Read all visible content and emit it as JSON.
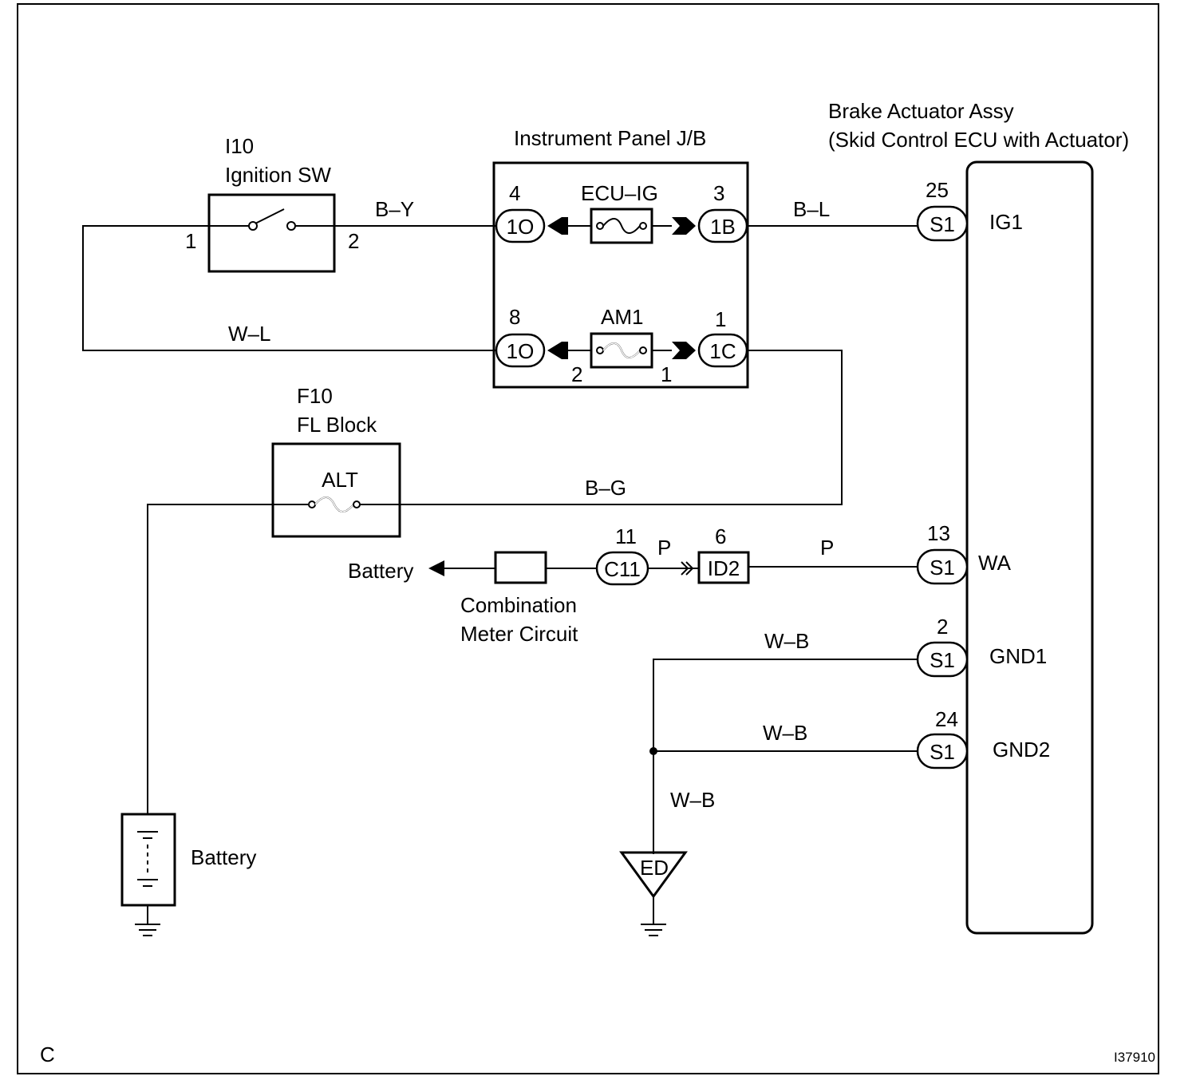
{
  "ignition_sw": {
    "code": "I10",
    "name": "Ignition SW",
    "pin_left": "1",
    "pin_right": "2"
  },
  "instrument_panel_jb": {
    "title": "Instrument Panel J/B",
    "ecu_ig": {
      "fuse_label": "ECU–IG",
      "pin_left": "4",
      "pin_right": "3",
      "conn_left": "1O",
      "conn_right": "1B"
    },
    "am1": {
      "fuse_label": "AM1",
      "pin_left": "8",
      "pin_right": "1",
      "conn_left": "1O",
      "conn_right": "1C",
      "terminal_left": "2",
      "terminal_right": "1"
    }
  },
  "brake_actuator": {
    "title_line1": "Brake Actuator Assy",
    "title_line2": "(Skid Control ECU with Actuator)",
    "pins": [
      {
        "pin": "25",
        "conn": "S1",
        "terminal": "IG1"
      },
      {
        "pin": "13",
        "conn": "S1",
        "terminal": "WA"
      },
      {
        "pin": "2",
        "conn": "S1",
        "terminal": "GND1"
      },
      {
        "pin": "24",
        "conn": "S1",
        "terminal": "GND2"
      }
    ]
  },
  "fl_block": {
    "code": "F10",
    "name": "FL Block",
    "fuse_label": "ALT"
  },
  "wires": {
    "by": "B–Y",
    "bl": "B–L",
    "wl": "W–L",
    "bg": "B–G",
    "p1": "P",
    "p2": "P",
    "wb1": "W–B",
    "wb2": "W–B",
    "wb3": "W–B"
  },
  "combination_meter": {
    "line1": "Combination",
    "line2": "Meter Circuit",
    "battery_label": "Battery"
  },
  "connectors": {
    "c11": {
      "pin": "11",
      "label": "C11"
    },
    "id2": {
      "pin": "6",
      "label": "ID2"
    }
  },
  "battery_label": "Battery",
  "ground_ed": "ED",
  "corner_letter": "C",
  "figure_id": "I37910"
}
